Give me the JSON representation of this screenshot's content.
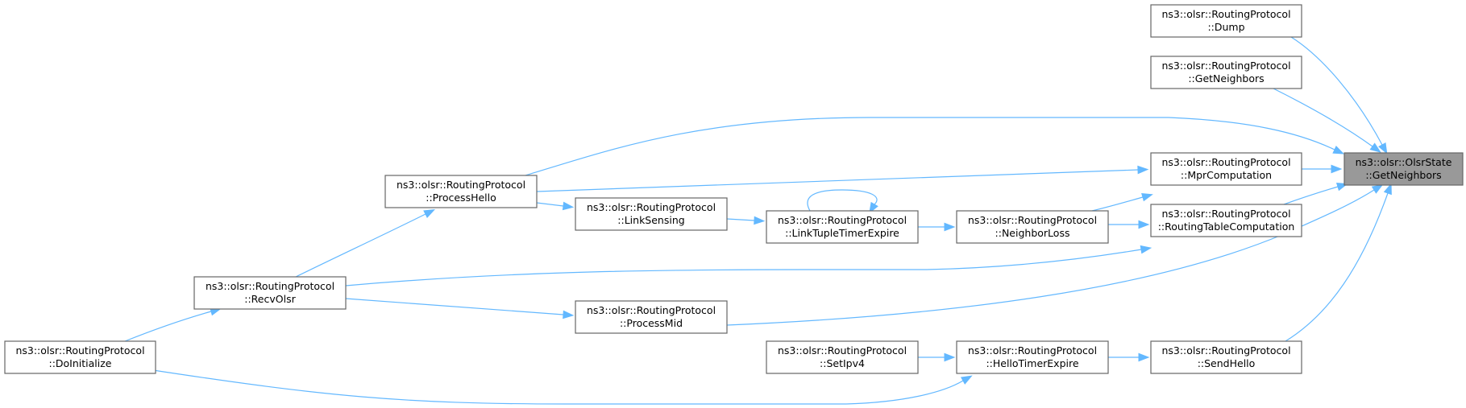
{
  "diagram": {
    "edge_color": "#63b8ff",
    "root_fill": "#999999",
    "nodes": [
      {
        "id": "root",
        "line1": "ns3::olsr::OlsrState",
        "line2": "::GetNeighbors"
      },
      {
        "id": "dump",
        "line1": "ns3::olsr::RoutingProtocol",
        "line2": "::Dump"
      },
      {
        "id": "getneighbors",
        "line1": "ns3::olsr::RoutingProtocol",
        "line2": "::GetNeighbors"
      },
      {
        "id": "mpr",
        "line1": "ns3::olsr::RoutingProtocol",
        "line2": "::MprComputation"
      },
      {
        "id": "rtc",
        "line1": "ns3::olsr::RoutingProtocol",
        "line2": "::RoutingTableComputation"
      },
      {
        "id": "sendhello",
        "line1": "ns3::olsr::RoutingProtocol",
        "line2": "::SendHello"
      },
      {
        "id": "processhello",
        "line1": "ns3::olsr::RoutingProtocol",
        "line2": "::ProcessHello"
      },
      {
        "id": "linksensing",
        "line1": "ns3::olsr::RoutingProtocol",
        "line2": "::LinkSensing"
      },
      {
        "id": "linktuple",
        "line1": "ns3::olsr::RoutingProtocol",
        "line2": "::LinkTupleTimerExpire"
      },
      {
        "id": "neighborloss",
        "line1": "ns3::olsr::RoutingProtocol",
        "line2": "::NeighborLoss"
      },
      {
        "id": "recvolsr",
        "line1": "ns3::olsr::RoutingProtocol",
        "line2": "::RecvOlsr"
      },
      {
        "id": "processmid",
        "line1": "ns3::olsr::RoutingProtocol",
        "line2": "::ProcessMid"
      },
      {
        "id": "doinit",
        "line1": "ns3::olsr::RoutingProtocol",
        "line2": "::DoInitialize"
      },
      {
        "id": "setipv4",
        "line1": "ns3::olsr::RoutingProtocol",
        "line2": "::SetIpv4"
      },
      {
        "id": "hellotimer",
        "line1": "ns3::olsr::RoutingProtocol",
        "line2": "::HelloTimerExpire"
      }
    ],
    "edges": [
      {
        "from": "dump",
        "to": "root"
      },
      {
        "from": "getneighbors",
        "to": "root"
      },
      {
        "from": "processhello",
        "to": "root"
      },
      {
        "from": "mpr",
        "to": "root"
      },
      {
        "from": "rtc",
        "to": "root"
      },
      {
        "from": "processmid",
        "to": "root"
      },
      {
        "from": "sendhello",
        "to": "root"
      },
      {
        "from": "processhello",
        "to": "mpr"
      },
      {
        "from": "neighborloss",
        "to": "mpr"
      },
      {
        "from": "processhello",
        "to": "linksensing"
      },
      {
        "from": "linksensing",
        "to": "linktuple"
      },
      {
        "from": "linktuple",
        "to": "linktuple"
      },
      {
        "from": "linktuple",
        "to": "neighborloss"
      },
      {
        "from": "neighborloss",
        "to": "rtc"
      },
      {
        "from": "recvolsr",
        "to": "processhello"
      },
      {
        "from": "recvolsr",
        "to": "rtc"
      },
      {
        "from": "recvolsr",
        "to": "processmid"
      },
      {
        "from": "doinit",
        "to": "recvolsr"
      },
      {
        "from": "doinit",
        "to": "hellotimer"
      },
      {
        "from": "setipv4",
        "to": "hellotimer"
      },
      {
        "from": "hellotimer",
        "to": "sendhello"
      }
    ]
  }
}
